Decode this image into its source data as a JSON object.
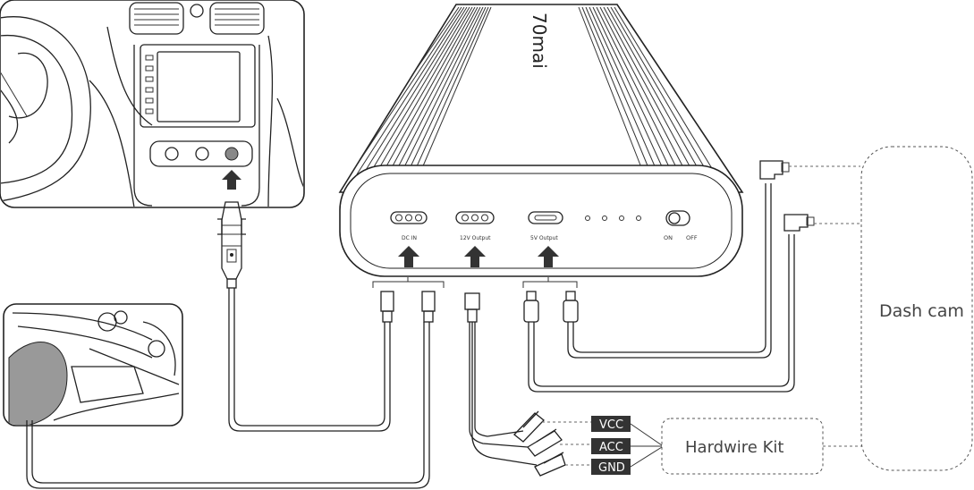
{
  "device": {
    "brand": "70mai",
    "ports": [
      {
        "id": "dc-in",
        "label": "DC IN"
      },
      {
        "id": "12v",
        "label": "12V Output"
      },
      {
        "id": "5v",
        "label": "5V Output"
      }
    ],
    "switch_on": "ON",
    "switch_off": "OFF",
    "indicator_count": 4
  },
  "wires": {
    "vcc": "VCC",
    "acc": "ACC",
    "gnd": "GND"
  },
  "boxes": {
    "hardwire_kit": "Hardwire Kit",
    "dash_cam": "Dash cam"
  },
  "colors": {
    "tag_background": "#333333",
    "line": "#222222",
    "battery_shading": "#999999"
  },
  "icons": [
    "up-arrow-icon",
    "car-charger-plug-icon",
    "usb-c-plug-icon",
    "clip-icon"
  ]
}
